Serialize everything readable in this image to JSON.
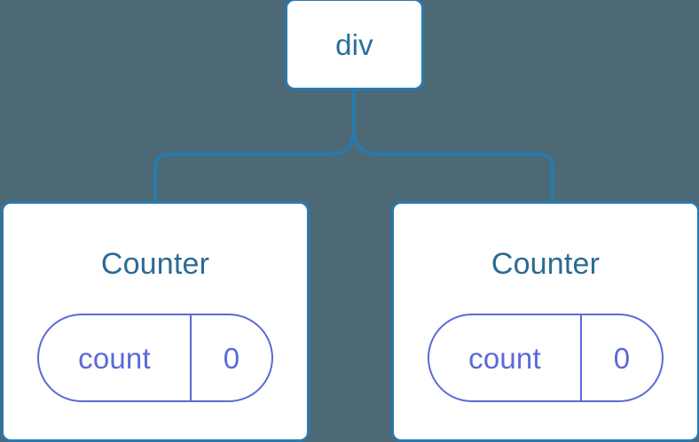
{
  "diagram": {
    "type": "component-tree",
    "background_color": "#4c6975",
    "node_border_color": "#2a79ad",
    "node_fill_color": "#ffffff",
    "edge_color": "#2a79ad",
    "title_text_color": "#2b6a94",
    "state_pill_color": "#5b6ad8",
    "root": {
      "label": "div"
    },
    "children": [
      {
        "title": "Counter",
        "state": {
          "key": "count",
          "value": "0"
        }
      },
      {
        "title": "Counter",
        "state": {
          "key": "count",
          "value": "0"
        }
      }
    ]
  }
}
